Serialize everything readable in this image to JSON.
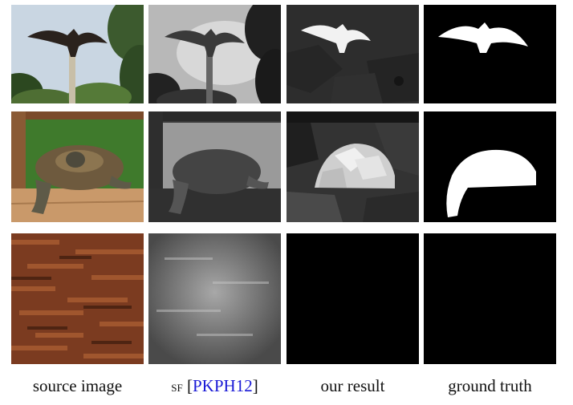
{
  "figure": {
    "columns": [
      {
        "key": "source",
        "label": "source image"
      },
      {
        "key": "sf",
        "method_name": "sf",
        "bracket_open": "[",
        "citation": "PKPH12",
        "bracket_close": "]"
      },
      {
        "key": "ours",
        "label": "our result"
      },
      {
        "key": "gt",
        "label": "ground truth"
      }
    ],
    "rows": [
      {
        "subject": "vulture on post"
      },
      {
        "subject": "tortoise on wooden board"
      },
      {
        "subject": "wood texture"
      }
    ],
    "colors": {
      "citation": "#1a1ad6",
      "background": "#ffffff"
    }
  }
}
